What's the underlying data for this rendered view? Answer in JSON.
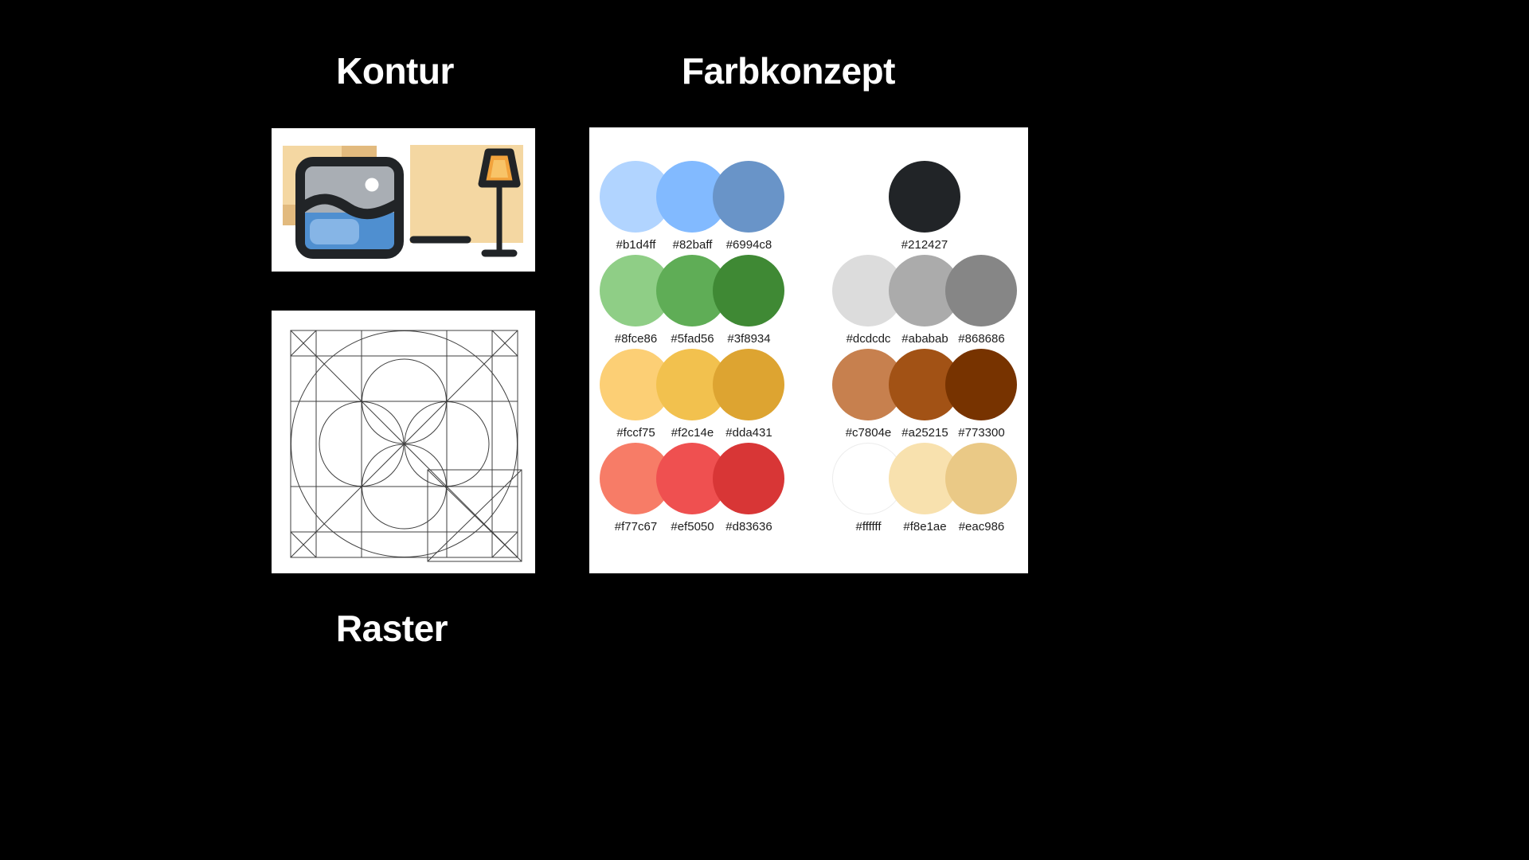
{
  "colors": {
    "page_bg": "#000000",
    "card_bg": "#ffffff",
    "accent_dark": "#212427",
    "label_color": "#1c1c1c",
    "tan_light": "#f4d7a2",
    "tan_dark": "#e2ba7e",
    "frame_gray": "#a9aeb4",
    "photo_blue": "#4f8fd0",
    "photo_blue_light": "#86b5e6",
    "lamp_orange": "#f2a33c",
    "lamp_orange_light": "#f8c468",
    "grid_line": "#3f3f3f"
  },
  "sections": {
    "kontur": {
      "title": "Kontur"
    },
    "raster": {
      "title": "Raster"
    },
    "farbkonzept": {
      "title": "Farbkonzept"
    }
  },
  "palette_groups": [
    {
      "name": "blue",
      "swatches": [
        "#b1d4ff",
        "#82baff",
        "#6994c8"
      ]
    },
    {
      "name": "dark",
      "swatches": [
        "#212427"
      ]
    },
    {
      "name": "green",
      "swatches": [
        "#8fce86",
        "#5fad56",
        "#3f8934"
      ]
    },
    {
      "name": "gray",
      "swatches": [
        "#dcdcdc",
        "#ababab",
        "#868686"
      ]
    },
    {
      "name": "yellow",
      "swatches": [
        "#fccf75",
        "#f2c14e",
        "#dda431"
      ]
    },
    {
      "name": "brown",
      "swatches": [
        "#c7804e",
        "#a25215",
        "#773300"
      ]
    },
    {
      "name": "red",
      "swatches": [
        "#f77c67",
        "#ef5050",
        "#d83636"
      ]
    },
    {
      "name": "cream",
      "swatches": [
        "#ffffff",
        "#f8e1ae",
        "#eac986"
      ]
    }
  ]
}
